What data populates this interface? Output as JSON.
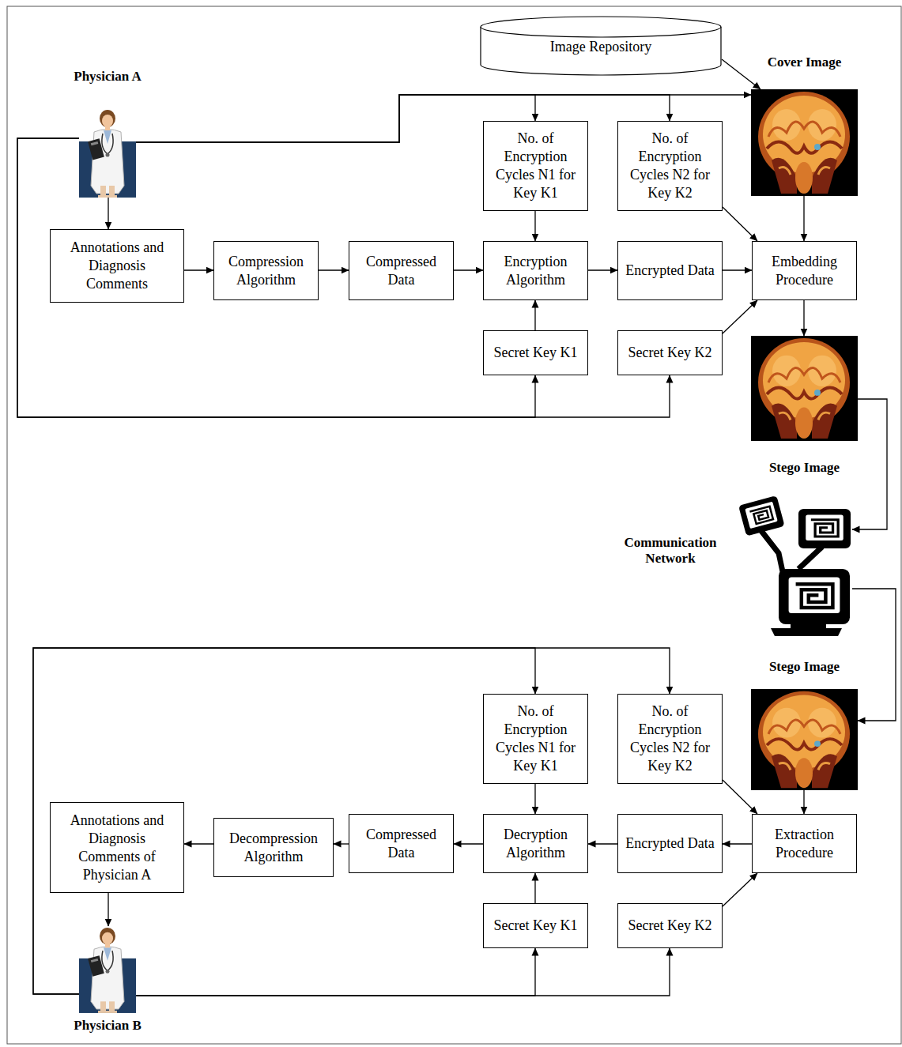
{
  "diagram": {
    "nodes": [
      {
        "text": [
          "Image Repository"
        ]
      },
      {
        "text": [
          "Physician A"
        ]
      },
      {
        "text": [
          "Cover Image"
        ]
      },
      {
        "text": [
          "No. of Encryption Cycles N1 for Key K1"
        ]
      },
      {
        "text": [
          "No. of Encryption Cycles N2 for Key K2"
        ]
      },
      {
        "text": [
          "Annotations and Diagnosis Comments"
        ]
      },
      {
        "text": [
          "Compression Algorithm"
        ]
      },
      {
        "text": [
          "Compressed Data"
        ]
      },
      {
        "text": [
          "Encryption Algorithm"
        ]
      },
      {
        "text": [
          "Encrypted Data"
        ]
      },
      {
        "text": [
          "Embedding Procedure"
        ]
      },
      {
        "text": [
          "Secret Key K1"
        ]
      },
      {
        "text": [
          "Secret Key K2"
        ]
      },
      {
        "text": [
          "Stego Image"
        ]
      },
      {
        "text": [
          "Communication Network"
        ]
      },
      {
        "text": [
          "Stego Image"
        ]
      },
      {
        "text": [
          "No. of Encryption Cycles N1 for Key K1"
        ]
      },
      {
        "text": [
          "No. of Encryption Cycles N2 for Key K2"
        ]
      },
      {
        "text": [
          "Annotations and Diagnosis Comments of Physician A"
        ]
      },
      {
        "text": [
          "Decompression Algorithm"
        ]
      },
      {
        "text": [
          "Compressed Data"
        ]
      },
      {
        "text": [
          "Decryption Algorithm"
        ]
      },
      {
        "text": [
          "Encrypted Data"
        ]
      },
      {
        "text": [
          "Extraction Procedure"
        ]
      },
      {
        "text": [
          "Secret Key K1"
        ]
      },
      {
        "text": [
          "Secret Key K2"
        ]
      },
      {
        "text": [
          "Physician B"
        ]
      }
    ],
    "edges": [
      {
        "from": 0,
        "to": 2,
        "arrow": "to"
      },
      {
        "from": 1,
        "to": 2,
        "arrow": "to"
      },
      {
        "from": 1,
        "to": 3,
        "arrow": "to"
      },
      {
        "from": 1,
        "to": 4,
        "arrow": "to"
      },
      {
        "from": 1,
        "to": 5,
        "arrow": "to"
      },
      {
        "from": 1,
        "to": 11,
        "arrow": "to"
      },
      {
        "from": 1,
        "to": 12,
        "arrow": "to"
      },
      {
        "from": 5,
        "to": 6,
        "arrow": "to"
      },
      {
        "from": 6,
        "to": 7,
        "arrow": "to"
      },
      {
        "from": 7,
        "to": 8,
        "arrow": "to"
      },
      {
        "from": 8,
        "to": 9,
        "arrow": "to"
      },
      {
        "from": 9,
        "to": 10,
        "arrow": "to"
      },
      {
        "from": 3,
        "to": 8,
        "arrow": "to"
      },
      {
        "from": 11,
        "to": 8,
        "arrow": "to"
      },
      {
        "from": 4,
        "to": 10,
        "arrow": "to"
      },
      {
        "from": 12,
        "to": 10,
        "arrow": "to"
      },
      {
        "from": 2,
        "to": 10,
        "arrow": "to"
      },
      {
        "from": 10,
        "to": 13,
        "arrow": "to"
      },
      {
        "from": 13,
        "to": 14,
        "arrow": "to"
      },
      {
        "from": 14,
        "to": 15,
        "arrow": "to"
      },
      {
        "from": 15,
        "to": 23,
        "arrow": "to"
      },
      {
        "from": 23,
        "to": 22,
        "arrow": "to"
      },
      {
        "from": 22,
        "to": 21,
        "arrow": "to"
      },
      {
        "from": 21,
        "to": 20,
        "arrow": "to"
      },
      {
        "from": 20,
        "to": 19,
        "arrow": "to"
      },
      {
        "from": 19,
        "to": 18,
        "arrow": "to"
      },
      {
        "from": 18,
        "to": 26,
        "arrow": "to"
      },
      {
        "from": 16,
        "to": 21,
        "arrow": "to"
      },
      {
        "from": 24,
        "to": 21,
        "arrow": "to"
      },
      {
        "from": 17,
        "to": 23,
        "arrow": "to"
      },
      {
        "from": 25,
        "to": 23,
        "arrow": "to"
      },
      {
        "from": 26,
        "to": 16,
        "arrow": "to"
      },
      {
        "from": 26,
        "to": 17,
        "arrow": "to"
      },
      {
        "from": 26,
        "to": 24,
        "arrow": "to"
      },
      {
        "from": 26,
        "to": 25,
        "arrow": "to"
      }
    ]
  }
}
